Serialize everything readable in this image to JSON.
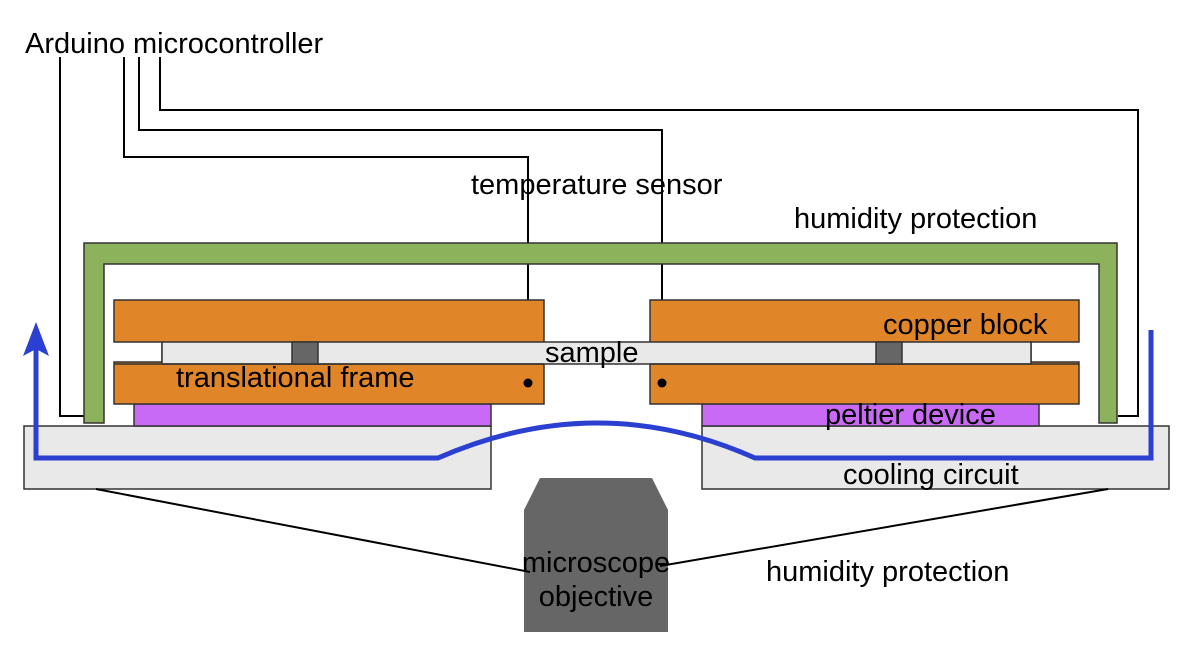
{
  "labels": {
    "arduino": "Arduino microcontroller",
    "temperature_sensor": "temperature sensor",
    "humidity_protection_top": "humidity protection",
    "copper_block": "copper block",
    "sample": "sample",
    "translational_frame": "translational frame",
    "peltier_device": "peltier device",
    "cooling_circuit": "cooling circuit",
    "microscope_objective_line1": "microscope",
    "microscope_objective_line2": "objective",
    "humidity_protection_bottom": "humidity protection"
  },
  "colors": {
    "copper": "#E08528",
    "humidity_enclosure": "#8CB35C",
    "peltier": "#C86AF5",
    "cooling_block": "#E9E9E9",
    "sample_strip": "#E9E9E9",
    "spacer": "#666666",
    "objective": "#666666",
    "coolant_flow": "#2B3FD1",
    "wire": "#000000"
  }
}
